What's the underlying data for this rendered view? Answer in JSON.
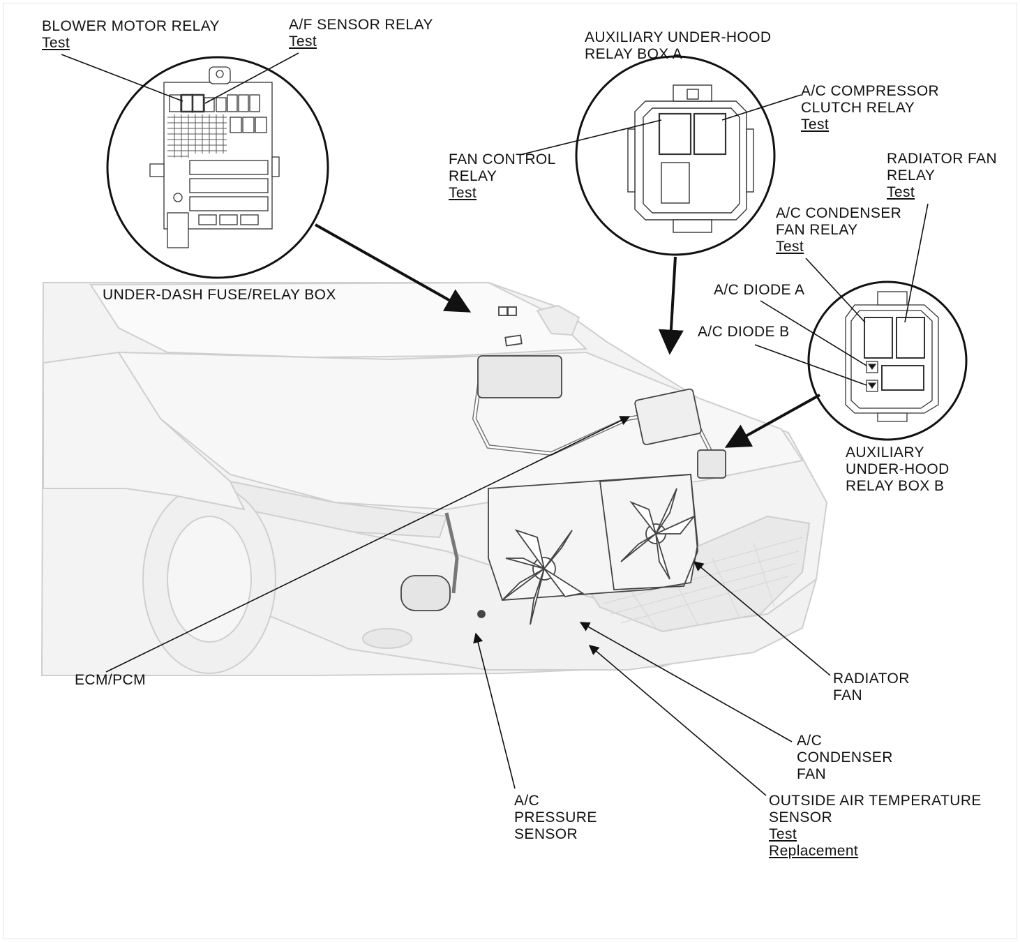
{
  "labels": {
    "blower_motor_relay": {
      "title": "BLOWER MOTOR RELAY",
      "link": "Test"
    },
    "af_sensor_relay": {
      "title": "A/F SENSOR RELAY",
      "link": "Test"
    },
    "aux_box_a": {
      "line1": "AUXILIARY UNDER-HOOD",
      "line2": "RELAY BOX A"
    },
    "ac_compressor_clutch_relay": {
      "line1": "A/C COMPRESSOR",
      "line2": "CLUTCH RELAY",
      "link": "Test"
    },
    "fan_control_relay": {
      "line1": "FAN CONTROL",
      "line2": "RELAY",
      "link": "Test"
    },
    "radiator_fan_relay": {
      "line1": "RADIATOR FAN",
      "line2": "RELAY",
      "link": "Test"
    },
    "ac_condenser_fan_relay": {
      "line1": "A/C CONDENSER",
      "line2": "FAN RELAY",
      "link": "Test"
    },
    "ac_diode_a": "A/C DIODE A",
    "ac_diode_b": "A/C DIODE B",
    "under_dash_box": "UNDER-DASH FUSE/RELAY BOX",
    "aux_box_b": {
      "line1": "AUXILIARY",
      "line2": "UNDER-HOOD",
      "line3": "RELAY BOX B"
    },
    "ecm_pcm": "ECM/PCM",
    "radiator_fan": {
      "line1": "RADIATOR",
      "line2": "FAN"
    },
    "ac_condenser_fan": {
      "line1": "A/C",
      "line2": "CONDENSER",
      "line3": "FAN"
    },
    "ac_pressure_sensor": {
      "line1": "A/C",
      "line2": "PRESSURE",
      "line3": "SENSOR"
    },
    "outside_air_temp_sensor": {
      "line1": "OUTSIDE AIR TEMPERATURE",
      "line2": "SENSOR",
      "link1": "Test",
      "link2": "Replacement"
    }
  },
  "colors": {
    "ink": "#111111",
    "car_fill": "#f3f3f3",
    "car_line": "#cfcfcf",
    "background": "#ffffff"
  }
}
